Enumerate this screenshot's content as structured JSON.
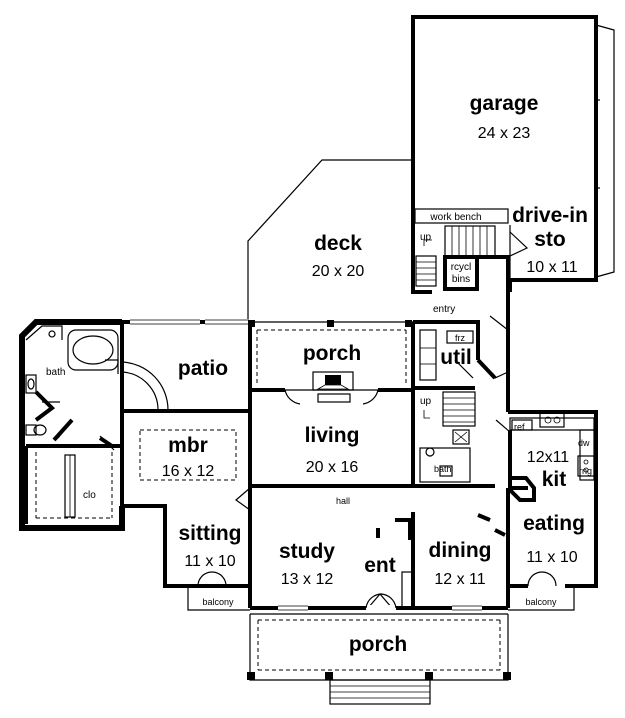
{
  "rooms": {
    "garage": {
      "name": "garage",
      "dims": "24 x 23"
    },
    "drivein": {
      "name1": "drive-in",
      "name2": "sto",
      "dims": "10 x 11"
    },
    "deck": {
      "name": "deck",
      "dims": "20 x 20"
    },
    "patio": {
      "name": "patio"
    },
    "porch_back": {
      "name": "porch"
    },
    "util": {
      "name": "util"
    },
    "living": {
      "name": "living",
      "dims": "20 x 16"
    },
    "mbr": {
      "name": "mbr",
      "dims": "16 x 12"
    },
    "kit": {
      "name": "kit",
      "dims": "12x11"
    },
    "sitting": {
      "name": "sitting",
      "dims": "11 x 10"
    },
    "study": {
      "name": "study",
      "dims": "13 x 12"
    },
    "ent": {
      "name": "ent"
    },
    "dining": {
      "name": "dining",
      "dims": "12 x 11"
    },
    "eating": {
      "name": "eating",
      "dims": "11 x 10"
    },
    "porch_front": {
      "name": "porch"
    }
  },
  "labels": {
    "work_bench": "work bench",
    "up_garage": "up",
    "rcycl1": "rcycl",
    "rcycl2": "bins",
    "entry": "entry",
    "frz": "frz",
    "up_util": "up",
    "bath_master": "bath",
    "clo": "clo",
    "bath_half": "bath",
    "hall": "hall",
    "ref": "ref",
    "dw": "dw",
    "rng": "rng",
    "balcony_left": "balcony",
    "balcony_right": "balcony"
  }
}
